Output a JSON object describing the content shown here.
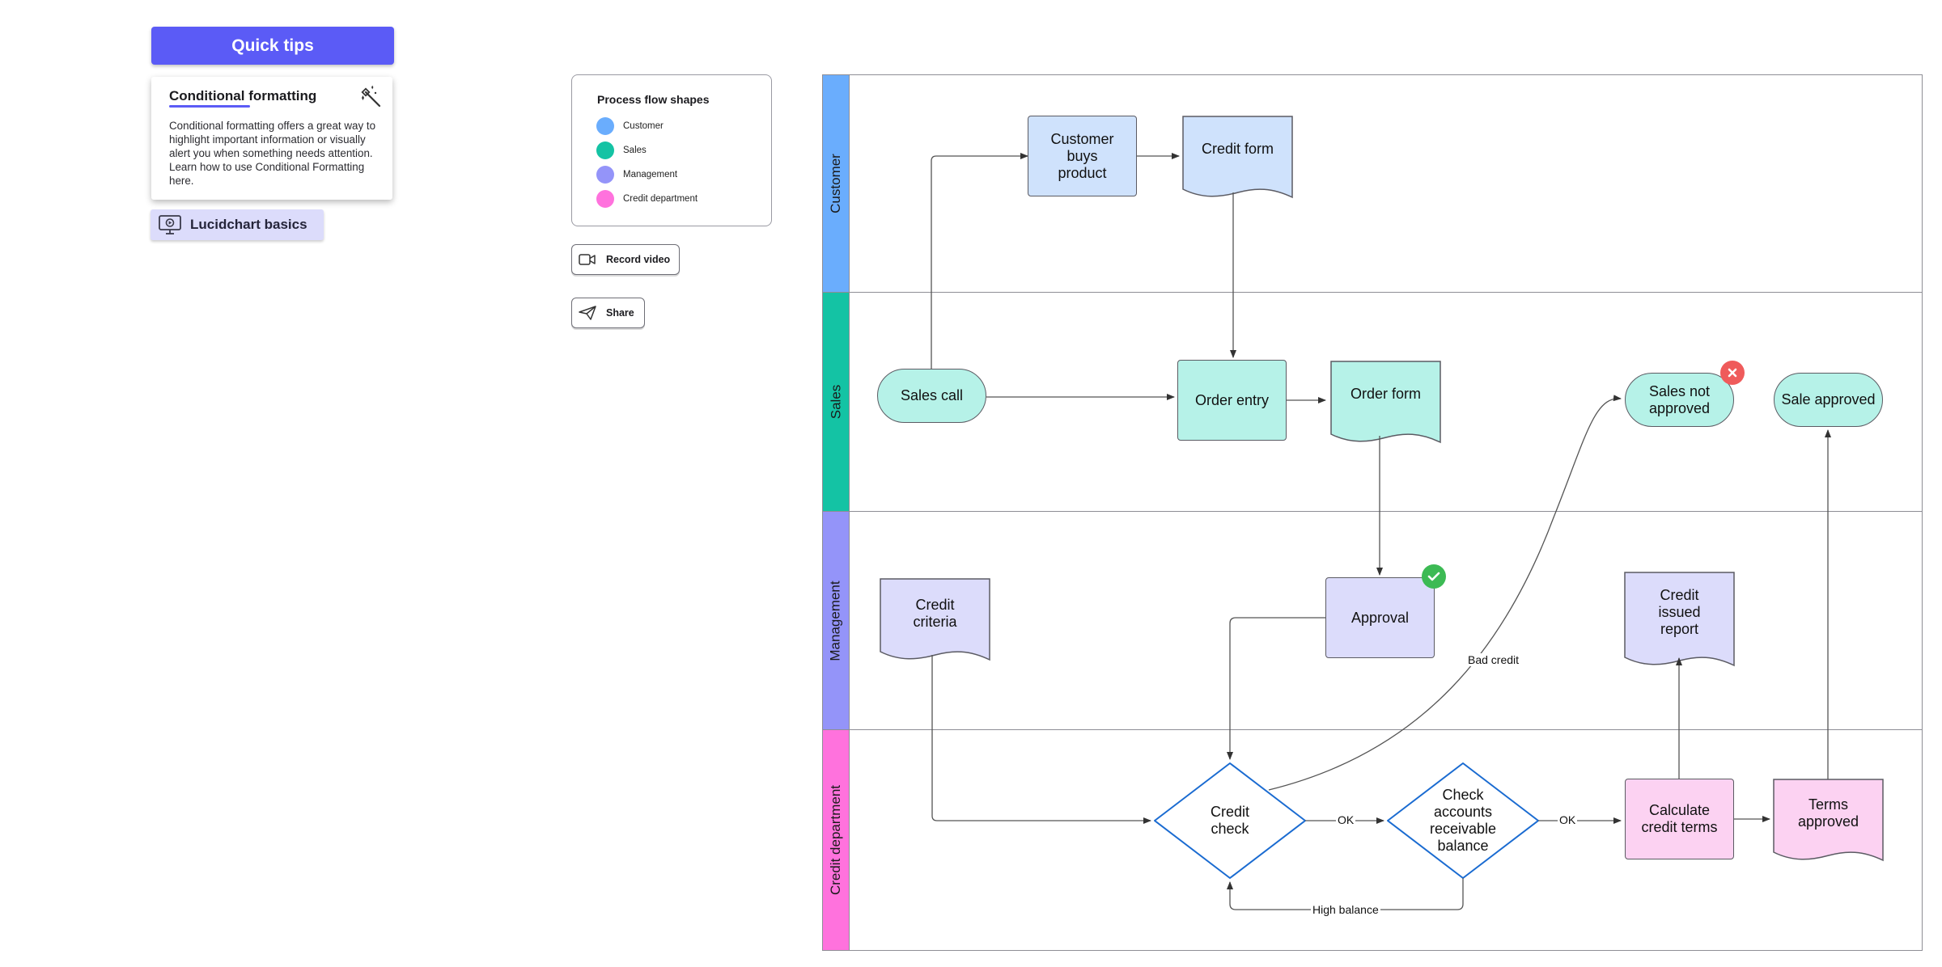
{
  "quick_tips": {
    "button_label": "Quick tips",
    "card_title": "Conditional formatting",
    "card_body": "Conditional formatting offers a great way to highlight important information or visually alert you when something needs attention. Learn how to use Conditional Formatting here.",
    "basics_label": "Lucidchart basics"
  },
  "legend": {
    "title": "Process flow shapes",
    "items": [
      {
        "label": "Customer",
        "color": "#6aadfd"
      },
      {
        "label": "Sales",
        "color": "#14c3a4"
      },
      {
        "label": "Management",
        "color": "#9494f9"
      },
      {
        "label": "Credit department",
        "color": "#ff72dd"
      }
    ]
  },
  "actions": {
    "record_label": "Record video",
    "share_label": "Share"
  },
  "lanes": [
    {
      "label": "Customer",
      "color": "#6aadfd"
    },
    {
      "label": "Sales",
      "color": "#14c3a4"
    },
    {
      "label": "Management",
      "color": "#9494f9"
    },
    {
      "label": "Credit department",
      "color": "#ff72dd"
    }
  ],
  "colors": {
    "customer_fill": "#cfe2fc",
    "sales_fill": "#b6f2e8",
    "management_fill": "#dcdcfb",
    "credit_fill": "#fcd2f2",
    "decision_stroke": "#1a6bd1",
    "accent": "#5b5bf6",
    "approved_badge": "#3cba54",
    "rejected_badge": "#ef5b5b"
  },
  "nodes": {
    "customer_buys": "Customer buys product",
    "credit_form": "Credit form",
    "sales_call": "Sales call",
    "order_entry": "Order entry",
    "order_form": "Order form",
    "sales_not_approved": "Sales not approved",
    "sale_approved": "Sale approved",
    "credit_criteria": "Credit criteria",
    "approval": "Approval",
    "credit_issued_report": "Credit issued report",
    "credit_check": "Credit check",
    "check_accounts": "Check accounts receivable balance",
    "calculate_terms": "Calculate credit terms",
    "terms_approved": "Terms approved"
  },
  "edge_labels": {
    "bad_credit": "Bad credit",
    "ok_1": "OK",
    "ok_2": "OK",
    "high_balance": "High balance"
  }
}
